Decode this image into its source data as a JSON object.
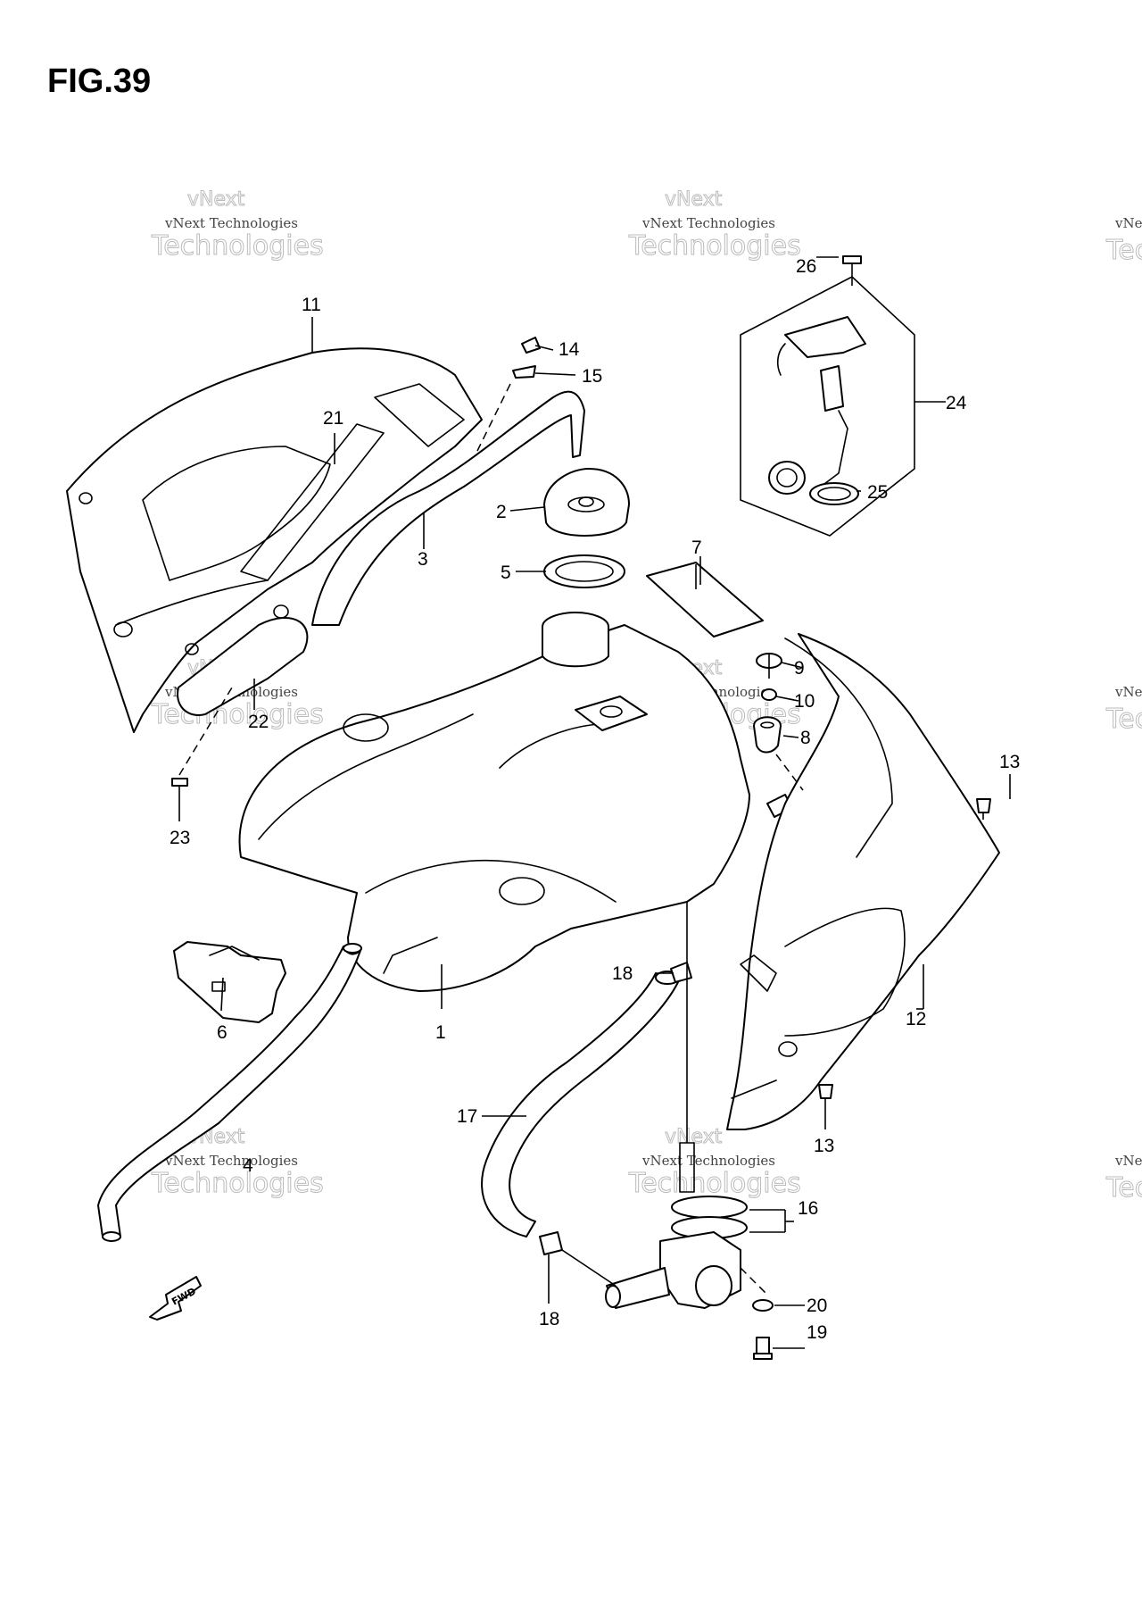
{
  "figure": {
    "title": "FIG.39"
  },
  "callouts": {
    "c1": "1",
    "c2": "2",
    "c3": "3",
    "c4": "4",
    "c5": "5",
    "c6": "6",
    "c7": "7",
    "c8": "8",
    "c9": "9",
    "c10": "10",
    "c11": "11",
    "c12": "12",
    "c13a": "13",
    "c13b": "13",
    "c14": "14",
    "c15": "15",
    "c16": "16",
    "c17": "17",
    "c18a": "18",
    "c18b": "18",
    "c19": "19",
    "c20": "20",
    "c21": "21",
    "c22": "22",
    "c23": "23",
    "c24": "24",
    "c25": "25",
    "c26": "26"
  },
  "watermark": {
    "line1": "vNext",
    "line2": "vNext Technologies",
    "line3": "Technologies",
    "partial_line2": "vNe",
    "partial_line3": "Tec"
  },
  "fwd_label": "FWD"
}
